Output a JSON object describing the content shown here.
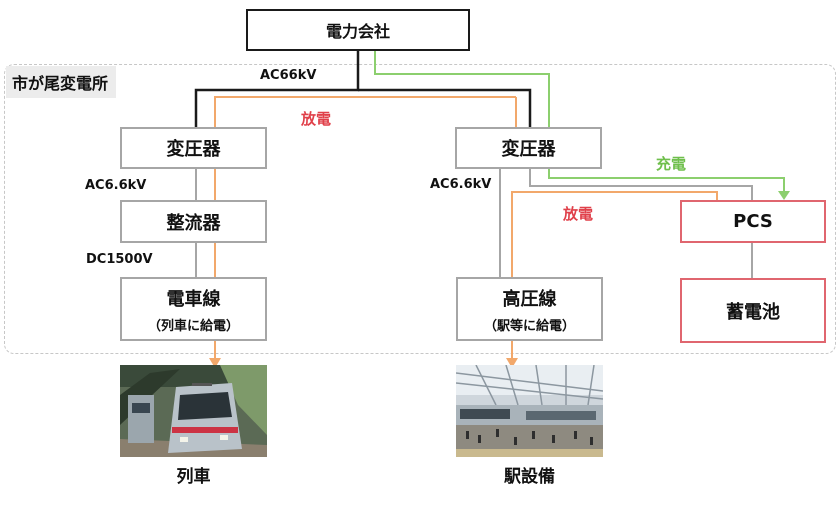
{
  "colors": {
    "discharge": "#f2a86b",
    "charge": "#8ccf6e",
    "accent_red": "#e0666f",
    "wire": "#1a1a1a",
    "line_gray": "#a6a6a6"
  },
  "power_company": "電力会社",
  "substation": {
    "title": "市が尾変電所"
  },
  "voltage": {
    "incoming": "AC66kV",
    "left_ac": "AC6.6kV",
    "left_dc": "DC1500V",
    "right_ac": "AC6.6kV"
  },
  "flows": {
    "discharge_top": "放電",
    "discharge_right": "放電",
    "charge": "充電"
  },
  "left": {
    "transformer": "変圧器",
    "rectifier": "整流器",
    "line": "電車線",
    "line_sub": "（列車に給電）",
    "caption": "列車"
  },
  "right": {
    "transformer": "変圧器",
    "line": "高圧線",
    "line_sub": "（駅等に給電）",
    "caption": "駅設備"
  },
  "pcs": "PCS",
  "battery": "蓄電池"
}
